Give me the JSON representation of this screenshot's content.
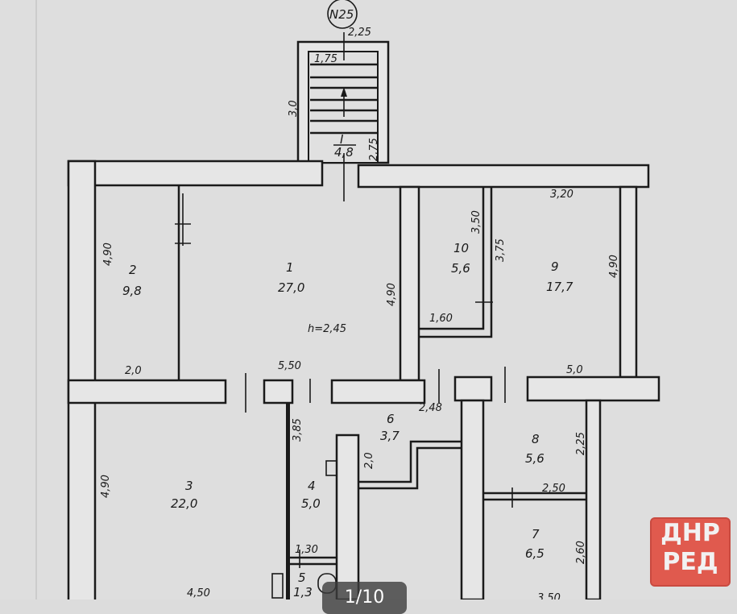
{
  "plan": {
    "building_number": "N25",
    "stair": {
      "number": "I",
      "area": "4,8",
      "width_top": "2,25",
      "inner_width": "1,75",
      "length": "3,0",
      "depth": "2,75"
    },
    "rooms": [
      {
        "number": "1",
        "area": "27,0"
      },
      {
        "number": "2",
        "area": "9,8"
      },
      {
        "number": "3",
        "area": "22,0"
      },
      {
        "number": "4",
        "area": "5,0"
      },
      {
        "number": "5",
        "area": "1,3"
      },
      {
        "number": "6",
        "area": "3,7"
      },
      {
        "number": "7",
        "area": "6,5"
      },
      {
        "number": "8",
        "area": "5,6"
      },
      {
        "number": "9",
        "area": "17,7"
      },
      {
        "number": "10",
        "area": "5,6"
      }
    ],
    "dimensions": {
      "r2_height": "4,90",
      "r2_width": "2,0",
      "r1_height": "4,90",
      "r1_width": "5,50",
      "ceiling": "h=2,45",
      "r10_height": "3,50",
      "r10_inner": "3,75",
      "r10_width": "1,60",
      "r9_width": "3,20",
      "r9_height": "4,90",
      "r9_bottom": "5,0",
      "r3_height": "4,90",
      "r3_width": "4,50",
      "r4_height": "3,85",
      "r5_width": "1,30",
      "r6_height": "2,0",
      "r6_width": "2,48",
      "r8_height": "2,25",
      "r8_width": "2,50",
      "r7_height": "2,60",
      "r7_width": "3,50"
    }
  },
  "viewer": {
    "counter": "1/10"
  },
  "watermark": {
    "line1": "ДНР",
    "line2": "РЕД",
    "color": "#e05a4e"
  }
}
